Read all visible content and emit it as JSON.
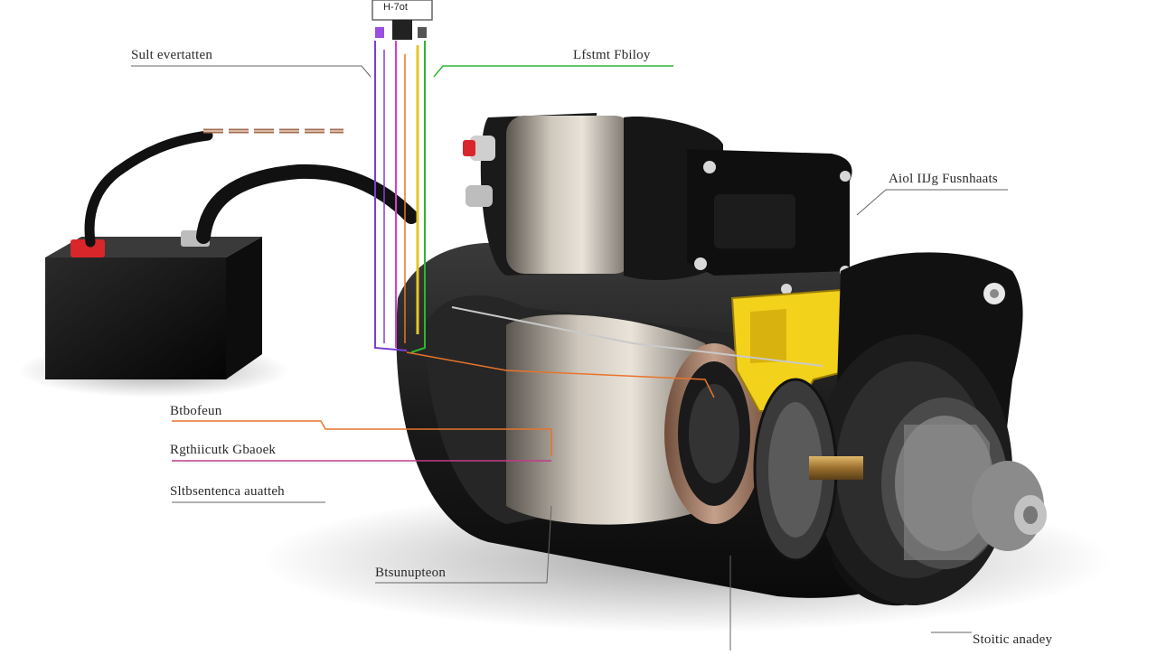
{
  "labels": {
    "top_box": "H-7ot",
    "top_left": "Sult evertatten",
    "top_right": "Lfstmt Fbiloy",
    "right_middle": "Aiol IĲg Fusnhaats",
    "left_1": "Btbofeun",
    "left_2": "Rgthiicutk Gbaoek",
    "left_3": "Sltbsentenca auatteh",
    "bottom_center": "Btsunupteon",
    "bottom_right": "Stoitic anadey"
  },
  "colors": {
    "wire_purple": "#7a3fd1",
    "wire_pink": "#d43fd1",
    "wire_green": "#2fb62f",
    "wire_yellow": "#e6c62a",
    "wire_orange": "#e8742a",
    "wire_magenta": "#c23a8a",
    "battery_terminal": "#d9262a",
    "solenoid_bracket": "#f3d21c"
  }
}
